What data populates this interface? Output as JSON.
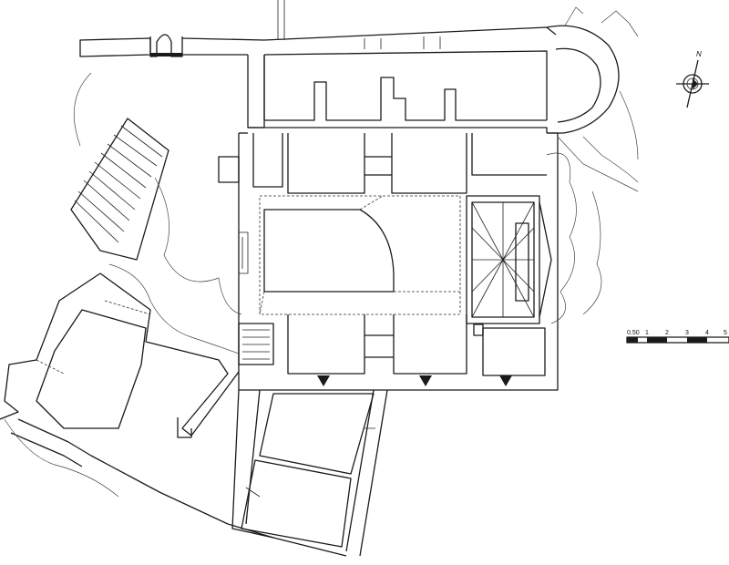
{
  "compass": {
    "label": "N"
  },
  "scale_bar": {
    "ticks": [
      "0.50",
      "1",
      "2",
      "3",
      "4",
      "5"
    ]
  }
}
